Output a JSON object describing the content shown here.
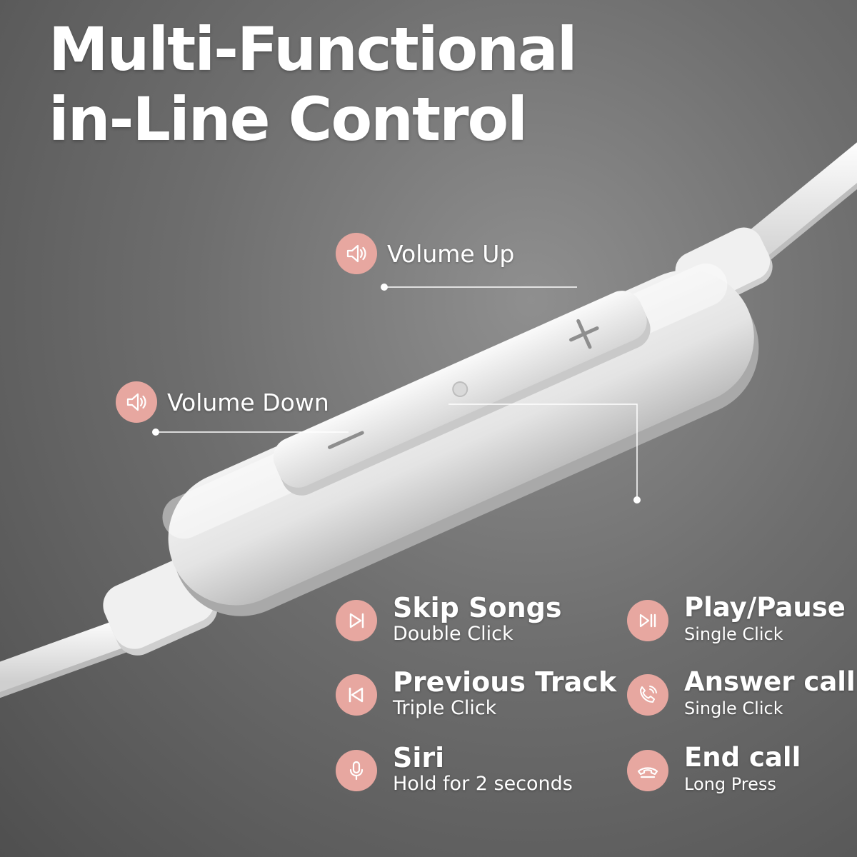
{
  "headline": {
    "line1": "Multi-Functional",
    "line2": "in-Line Control"
  },
  "colors": {
    "badge": "#e7a7a0",
    "text": "#ffffff",
    "background": "#6e6e6e"
  },
  "callouts": {
    "volume_up": {
      "label": "Volume Up",
      "icon": "speaker-icon"
    },
    "volume_down": {
      "label": "Volume Down",
      "icon": "speaker-icon"
    }
  },
  "features": {
    "left": [
      {
        "title": "Skip Songs",
        "subtitle": "Double Click",
        "icon": "skip-next-icon"
      },
      {
        "title": "Previous Track",
        "subtitle": "Triple Click",
        "icon": "skip-previous-icon"
      },
      {
        "title": "Siri",
        "subtitle": "Hold for 2 seconds",
        "icon": "microphone-icon"
      }
    ],
    "right": [
      {
        "title": "Play/Pause",
        "subtitle": "Single Click",
        "icon": "play-pause-icon"
      },
      {
        "title": "Answer call",
        "subtitle": "Single Click",
        "icon": "phone-ringing-icon"
      },
      {
        "title": "End call",
        "subtitle": "Long Press",
        "icon": "phone-hangup-icon"
      }
    ]
  }
}
